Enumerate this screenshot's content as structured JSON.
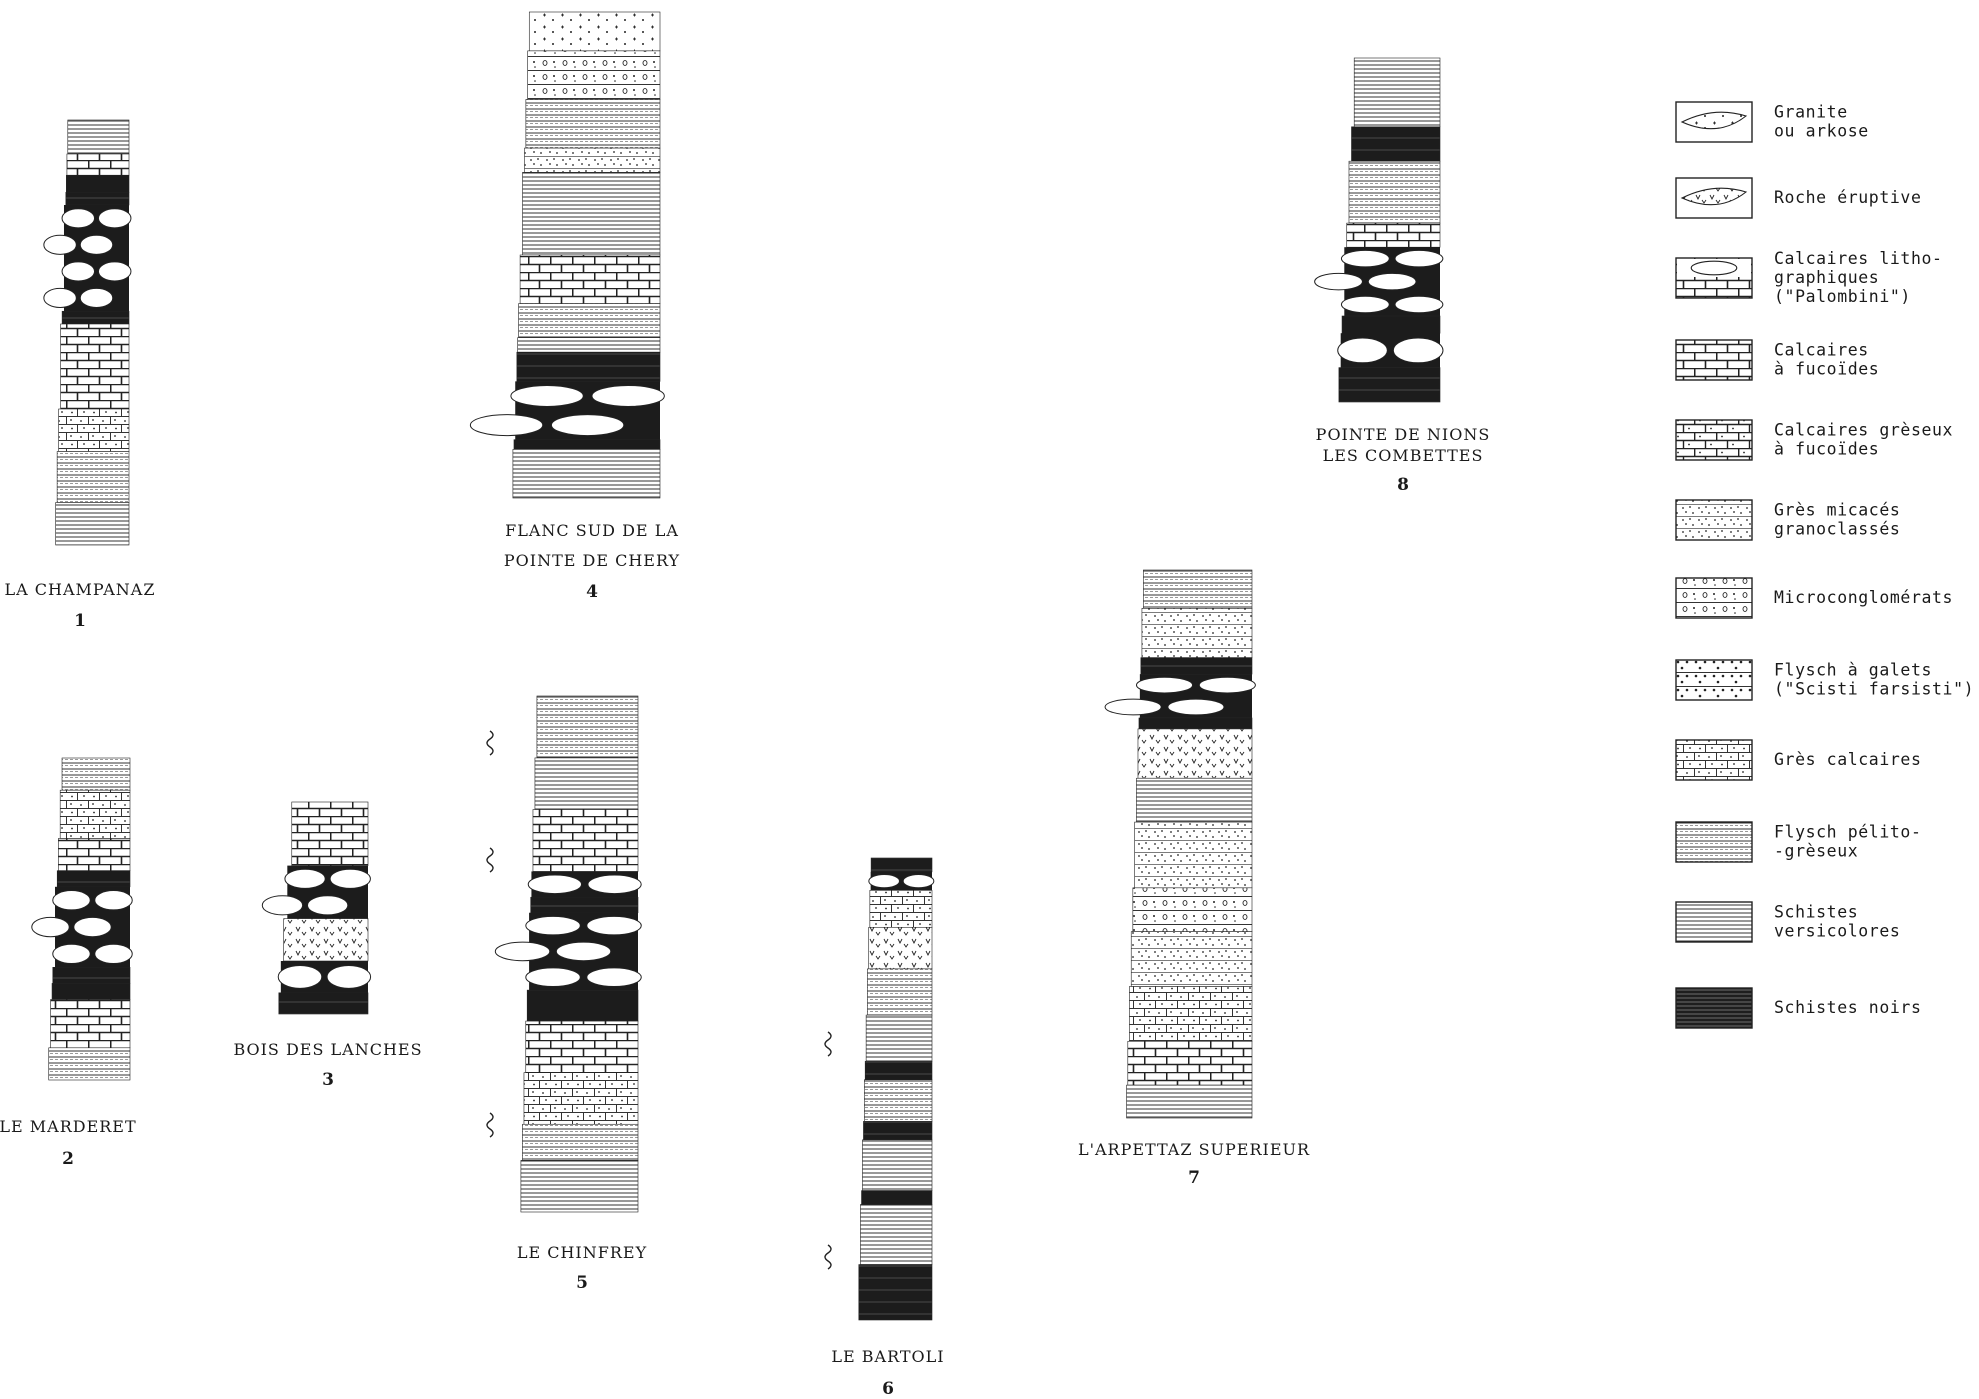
{
  "columns": [
    {
      "number": "1",
      "label_lines": [
        "LA CHAMPANAZ"
      ],
      "layers": [
        [
          "versi",
          0.08
        ],
        [
          "fuco",
          0.05
        ],
        [
          "nplain",
          0.04
        ],
        [
          "schn",
          0.03
        ],
        [
          "palo",
          0.25
        ],
        [
          "schn",
          0.03
        ],
        [
          "fuco",
          0.2
        ],
        [
          "gcal",
          0.1
        ],
        [
          "pel",
          0.12
        ],
        [
          "versi",
          0.1
        ]
      ]
    },
    {
      "number": "2",
      "label_lines": [
        "LE MARDERET"
      ],
      "layers": [
        [
          "pel",
          0.1
        ],
        [
          "gcal",
          0.15
        ],
        [
          "fuco",
          0.1
        ],
        [
          "schn",
          0.05
        ],
        [
          "palo",
          0.25
        ],
        [
          "schn",
          0.05
        ],
        [
          "nplain",
          0.05
        ],
        [
          "fuco",
          0.15
        ],
        [
          "pel",
          0.1
        ]
      ]
    },
    {
      "number": "3",
      "label_lines": [
        "BOIS DES LANCHES"
      ],
      "layers": [
        [
          "fuco",
          0.3
        ],
        [
          "palo",
          0.25
        ],
        [
          "erup",
          0.2
        ],
        [
          "palo",
          0.15
        ],
        [
          "schn",
          0.1
        ]
      ]
    },
    {
      "number": "4",
      "label_lines": [
        "FLANC SUD DE LA",
        "POINTE DE CHERY"
      ],
      "layers": [
        [
          "gran",
          0.08
        ],
        [
          "micro",
          0.1
        ],
        [
          "pel",
          0.1
        ],
        [
          "gres",
          0.05
        ],
        [
          "versi",
          0.17
        ],
        [
          "fuco",
          0.1
        ],
        [
          "pel",
          0.07
        ],
        [
          "versi",
          0.03
        ],
        [
          "schn",
          0.06
        ],
        [
          "palo",
          0.12
        ],
        [
          "nplain",
          0.02
        ],
        [
          "versi",
          0.1
        ]
      ]
    },
    {
      "number": "5",
      "label_lines": [
        "LE CHINFREY"
      ],
      "layers": [
        [
          "pel",
          0.12
        ],
        [
          "versi",
          0.1
        ],
        [
          "fuco",
          0.12
        ],
        [
          "palo",
          0.05
        ],
        [
          "schn",
          0.03
        ],
        [
          "palo",
          0.15
        ],
        [
          "nplain",
          0.06
        ],
        [
          "fuco",
          0.1
        ],
        [
          "gcal",
          0.1
        ],
        [
          "pel",
          0.07
        ],
        [
          "versi",
          0.1
        ]
      ]
    },
    {
      "number": "6",
      "label_lines": [
        "LE BARTOLI"
      ],
      "layers": [
        [
          "schn",
          0.03
        ],
        [
          "palo",
          0.04
        ],
        [
          "gcal",
          0.08
        ],
        [
          "erup",
          0.09
        ],
        [
          "pel",
          0.1
        ],
        [
          "versi",
          0.1
        ],
        [
          "schn",
          0.04
        ],
        [
          "pel",
          0.09
        ],
        [
          "schn",
          0.04
        ],
        [
          "versi",
          0.11
        ],
        [
          "nplain",
          0.03
        ],
        [
          "versi",
          0.13
        ],
        [
          "schn",
          0.12
        ]
      ]
    },
    {
      "number": "7",
      "label_lines": [
        "L'ARPETTAZ SUPERIEUR"
      ],
      "layers": [
        [
          "pel",
          0.07
        ],
        [
          "gres",
          0.09
        ],
        [
          "schn",
          0.03
        ],
        [
          "palo",
          0.08
        ],
        [
          "nplain",
          0.02
        ],
        [
          "erup",
          0.09
        ],
        [
          "versi",
          0.08
        ],
        [
          "gres",
          0.12
        ],
        [
          "micro",
          0.08
        ],
        [
          "gres",
          0.1
        ],
        [
          "gcal",
          0.1
        ],
        [
          "fuco",
          0.08
        ],
        [
          "versi",
          0.06
        ]
      ]
    },
    {
      "number": "8",
      "label_lines": [
        "POINTE DE NIONS",
        "LES COMBETTES"
      ],
      "layers": [
        [
          "versi",
          0.2
        ],
        [
          "schn",
          0.1
        ],
        [
          "pel",
          0.18
        ],
        [
          "fuco",
          0.07
        ],
        [
          "palo",
          0.2
        ],
        [
          "nplain",
          0.05
        ],
        [
          "palo",
          0.1
        ],
        [
          "schn",
          0.1
        ]
      ]
    }
  ],
  "legend": [
    {
      "pattern": "gran",
      "lines": [
        "Granite",
        "ou arkose"
      ]
    },
    {
      "pattern": "erup",
      "lines": [
        "Roche éruptive"
      ]
    },
    {
      "pattern": "palo",
      "lines": [
        "Calcaires litho-",
        "graphiques",
        "(\"Palombini\")"
      ]
    },
    {
      "pattern": "fuco",
      "lines": [
        "Calcaires",
        "à fucoïdes"
      ]
    },
    {
      "pattern": "gfuco",
      "lines": [
        "Calcaires grèseux",
        "à fucoïdes"
      ]
    },
    {
      "pattern": "gres",
      "lines": [
        "Grès micacés",
        "granoclassés"
      ]
    },
    {
      "pattern": "micro",
      "lines": [
        "Microconglomérats"
      ]
    },
    {
      "pattern": "galets",
      "lines": [
        "Flysch à galets",
        "(\"Scisti farsisti\")"
      ]
    },
    {
      "pattern": "gcal",
      "lines": [
        "Grès calcaires"
      ]
    },
    {
      "pattern": "pel",
      "lines": [
        "Flysch pélito-",
        "-grèseux"
      ]
    },
    {
      "pattern": "versi",
      "lines": [
        "Schistes",
        "versicolores"
      ]
    },
    {
      "pattern": "noir",
      "lines": [
        "Schistes noirs"
      ]
    }
  ]
}
